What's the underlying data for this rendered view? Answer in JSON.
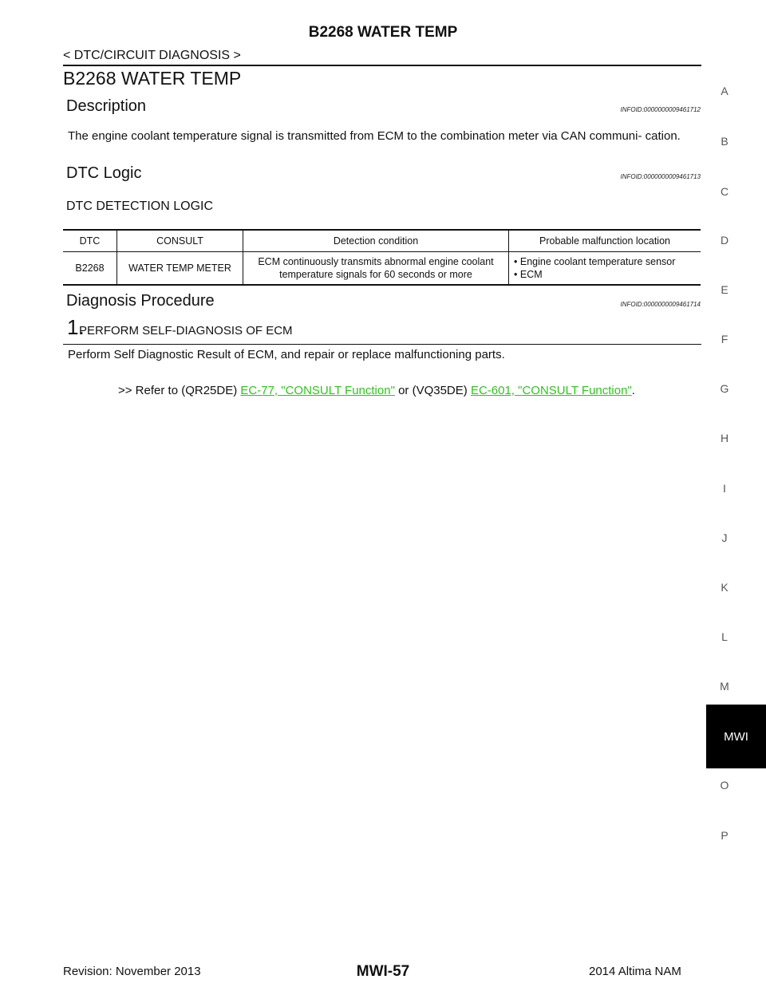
{
  "header": {
    "title": "B2268 WATER TEMP",
    "breadcrumb": "< DTC/CIRCUIT DIAGNOSIS >"
  },
  "page_title": "B2268 WATER TEMP",
  "description": {
    "heading": "Description",
    "infoid": "INFOID:0000000009461712",
    "text": "The engine coolant temperature signal is transmitted from ECM to the combination meter via CAN communi- cation."
  },
  "dtc_logic": {
    "heading": "DTC Logic",
    "infoid": "INFOID:0000000009461713",
    "subheading": "DTC DETECTION LOGIC",
    "table": {
      "headers": [
        "DTC",
        "CONSULT",
        "Detection condition",
        "Probable malfunction location"
      ],
      "row": {
        "dtc": "B2268",
        "consult": "WATER TEMP METER",
        "condition": "ECM continuously transmits abnormal engine coolant temperature signals for 60 seconds or more",
        "locations": [
          "Engine coolant temperature sensor",
          "ECM"
        ]
      }
    }
  },
  "diagnosis": {
    "heading": "Diagnosis Procedure",
    "infoid": "INFOID:0000000009461714",
    "step_number": "1.",
    "step_title": "PERFORM SELF-DIAGNOSIS OF ECM",
    "step_text": "Perform Self Diagnostic Result  of ECM, and repair or replace malfunctioning parts.",
    "refer_prefix": ">> Refer to (QR25DE) ",
    "link1": "EC-77, \"CONSULT Function\"",
    "refer_mid": " or  (VQ35DE) ",
    "link2": "EC-601, \"CONSULT Function\"",
    "refer_suffix": "."
  },
  "side_index": [
    "A",
    "B",
    "C",
    "D",
    "E",
    "F",
    "G",
    "H",
    "I",
    "J",
    "K",
    "L",
    "M",
    "O",
    "P"
  ],
  "side_tab": "MWI",
  "footer": {
    "page_number": "MWI-57",
    "revision": "Revision: November 2013",
    "model": "2014 Altima NAM"
  }
}
